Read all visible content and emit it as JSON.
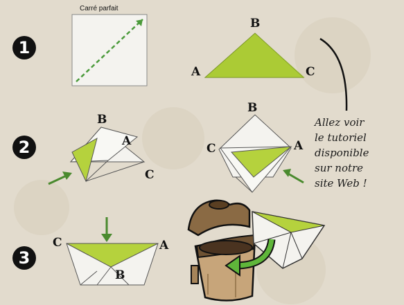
{
  "colors": {
    "paper": "#e2dbcd",
    "green": "#b5d23d",
    "arrow": "#4a8a2e",
    "bin_brown": "#8a6a44"
  },
  "steps": {
    "s1": "1",
    "s2": "2",
    "s3": "3"
  },
  "step1": {
    "caption": "Carré parfait",
    "label_b": "B",
    "label_a": "A",
    "label_c": "C"
  },
  "step2": {
    "left_b": "B",
    "left_a": "A",
    "left_c": "C",
    "right_b": "B",
    "right_c": "C",
    "right_a": "A"
  },
  "step3": {
    "label_c": "C",
    "label_a": "A",
    "label_b": "B"
  },
  "note": {
    "lines": [
      "Allez voir",
      "le tutoriel",
      "disponible",
      "sur notre",
      "site Web !"
    ]
  }
}
